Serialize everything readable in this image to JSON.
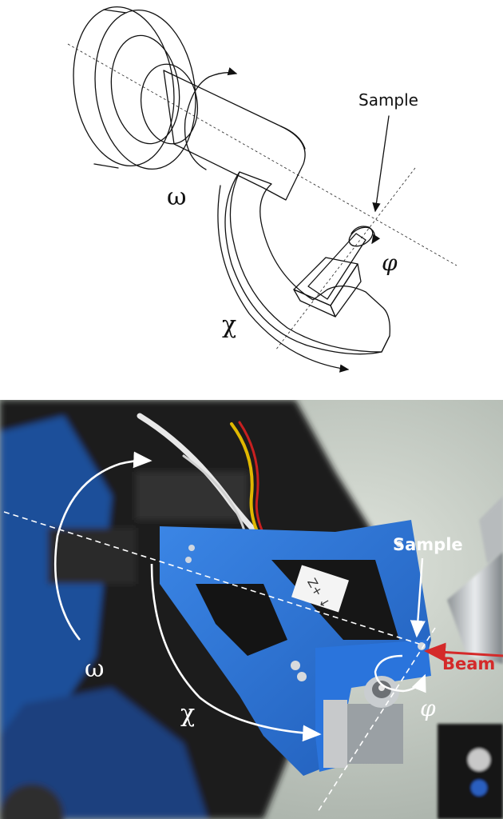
{
  "schematic": {
    "labels": {
      "sample": "Sample",
      "omega": "ω",
      "chi": "χ",
      "phi": "φ"
    }
  },
  "photo": {
    "labels": {
      "sample": "Sample",
      "beam": "Beam",
      "omega": "ω",
      "chi": "χ",
      "phi": "φ",
      "z_marker": "Z+ ↓"
    },
    "colors": {
      "goniometer_blue": "#2a6fd0",
      "beam_red": "#d42a2a",
      "background": "#c9cfc9",
      "dark_housing": "#1c1c1c"
    }
  }
}
